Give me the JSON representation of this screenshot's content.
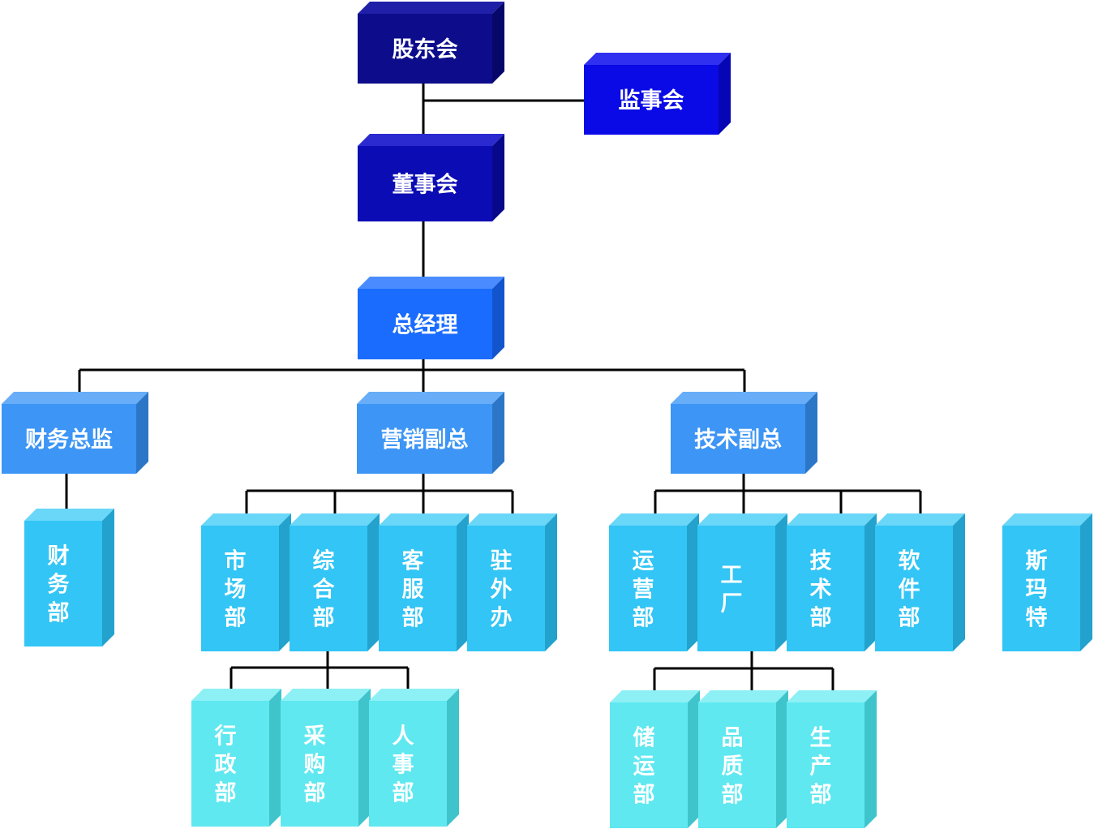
{
  "nodes": [
    {
      "id": "shareholders",
      "label": "股东会",
      "tier": "navy"
    },
    {
      "id": "supervisors",
      "label": "监事会",
      "tier": "blue"
    },
    {
      "id": "board",
      "label": "董事会",
      "tier": "navy2"
    },
    {
      "id": "gm",
      "label": "总经理",
      "tier": "azure"
    },
    {
      "id": "cfo",
      "label": "财务总监",
      "tier": "sky"
    },
    {
      "id": "vp-sales",
      "label": "营销副总",
      "tier": "sky"
    },
    {
      "id": "vp-tech",
      "label": "技术副总",
      "tier": "sky"
    },
    {
      "id": "finance",
      "label": "财务部",
      "tier": "cyan"
    },
    {
      "id": "market",
      "label": "市场部",
      "tier": "cyan"
    },
    {
      "id": "general",
      "label": "综合部",
      "tier": "cyan"
    },
    {
      "id": "service",
      "label": "客服部",
      "tier": "cyan"
    },
    {
      "id": "resident",
      "label": "驻外办",
      "tier": "cyan"
    },
    {
      "id": "operations",
      "label": "运营部",
      "tier": "cyan"
    },
    {
      "id": "factory",
      "label": "工厂",
      "tier": "cyan"
    },
    {
      "id": "techdept",
      "label": "技术部",
      "tier": "cyan"
    },
    {
      "id": "software",
      "label": "软件部",
      "tier": "cyan"
    },
    {
      "id": "smart",
      "label": "斯玛特",
      "tier": "cyan"
    },
    {
      "id": "admin",
      "label": "行政部",
      "tier": "aqua"
    },
    {
      "id": "purchasing",
      "label": "采购部",
      "tier": "aqua"
    },
    {
      "id": "hr",
      "label": "人事部",
      "tier": "aqua"
    },
    {
      "id": "logistics",
      "label": "储运部",
      "tier": "aqua"
    },
    {
      "id": "quality",
      "label": "品质部",
      "tier": "aqua"
    },
    {
      "id": "production",
      "label": "生产部",
      "tier": "aqua"
    }
  ],
  "edges": [
    [
      "shareholders",
      "supervisors"
    ],
    [
      "shareholders",
      "board"
    ],
    [
      "board",
      "gm"
    ],
    [
      "gm",
      "cfo"
    ],
    [
      "gm",
      "vp-sales"
    ],
    [
      "gm",
      "vp-tech"
    ],
    [
      "cfo",
      "finance"
    ],
    [
      "vp-sales",
      "market"
    ],
    [
      "vp-sales",
      "general"
    ],
    [
      "vp-sales",
      "service"
    ],
    [
      "vp-sales",
      "resident"
    ],
    [
      "vp-tech",
      "operations"
    ],
    [
      "vp-tech",
      "factory"
    ],
    [
      "vp-tech",
      "techdept"
    ],
    [
      "vp-tech",
      "software"
    ],
    [
      "general",
      "admin"
    ],
    [
      "general",
      "purchasing"
    ],
    [
      "general",
      "hr"
    ],
    [
      "factory",
      "logistics"
    ],
    [
      "factory",
      "quality"
    ],
    [
      "factory",
      "production"
    ]
  ],
  "tier_colors": {
    "navy": {
      "front": "#0d0d8c",
      "top": "#1f1fa8",
      "side": "#07076a"
    },
    "blue": {
      "front": "#0a0ae6",
      "top": "#3030f0",
      "side": "#0606b4"
    },
    "navy2": {
      "front": "#0c0cb4",
      "top": "#2a2ad0",
      "side": "#08088a"
    },
    "azure": {
      "front": "#1a6cff",
      "top": "#4a8cff",
      "side": "#1254cc"
    },
    "sky": {
      "front": "#3d95f5",
      "top": "#68adf8",
      "side": "#2c76c8"
    },
    "cyan": {
      "front": "#32c5f5",
      "top": "#6ad7f8",
      "side": "#22a2cc"
    },
    "aqua": {
      "front": "#5fe8f0",
      "top": "#8cf0f5",
      "side": "#40c4cc"
    }
  },
  "connector_color": "#000000"
}
